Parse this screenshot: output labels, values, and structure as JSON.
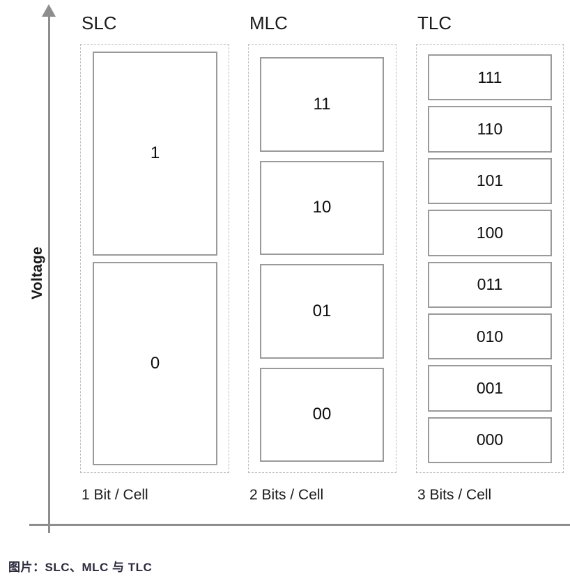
{
  "axis": {
    "y_label": "Voltage",
    "y_arrow_icon": "arrow-up-icon"
  },
  "columns": [
    {
      "key": "slc",
      "header": "SLC",
      "footer": "1 Bit / Cell",
      "levels": [
        "1",
        "0"
      ]
    },
    {
      "key": "mlc",
      "header": "MLC",
      "footer": "2 Bits / Cell",
      "levels": [
        "11",
        "10",
        "01",
        "00"
      ]
    },
    {
      "key": "tlc",
      "header": "TLC",
      "footer": "3 Bits / Cell",
      "levels": [
        "111",
        "110",
        "101",
        "100",
        "011",
        "010",
        "001",
        "000"
      ]
    }
  ],
  "caption": "图片：SLC、MLC 与 TLC",
  "colors": {
    "axis": "#8e8e8e",
    "box_border": "#9a9a9a",
    "group_border": "#bdbdbd",
    "text": "#1a1a1a",
    "caption_text": "#2b2b3d",
    "background": "#ffffff"
  }
}
